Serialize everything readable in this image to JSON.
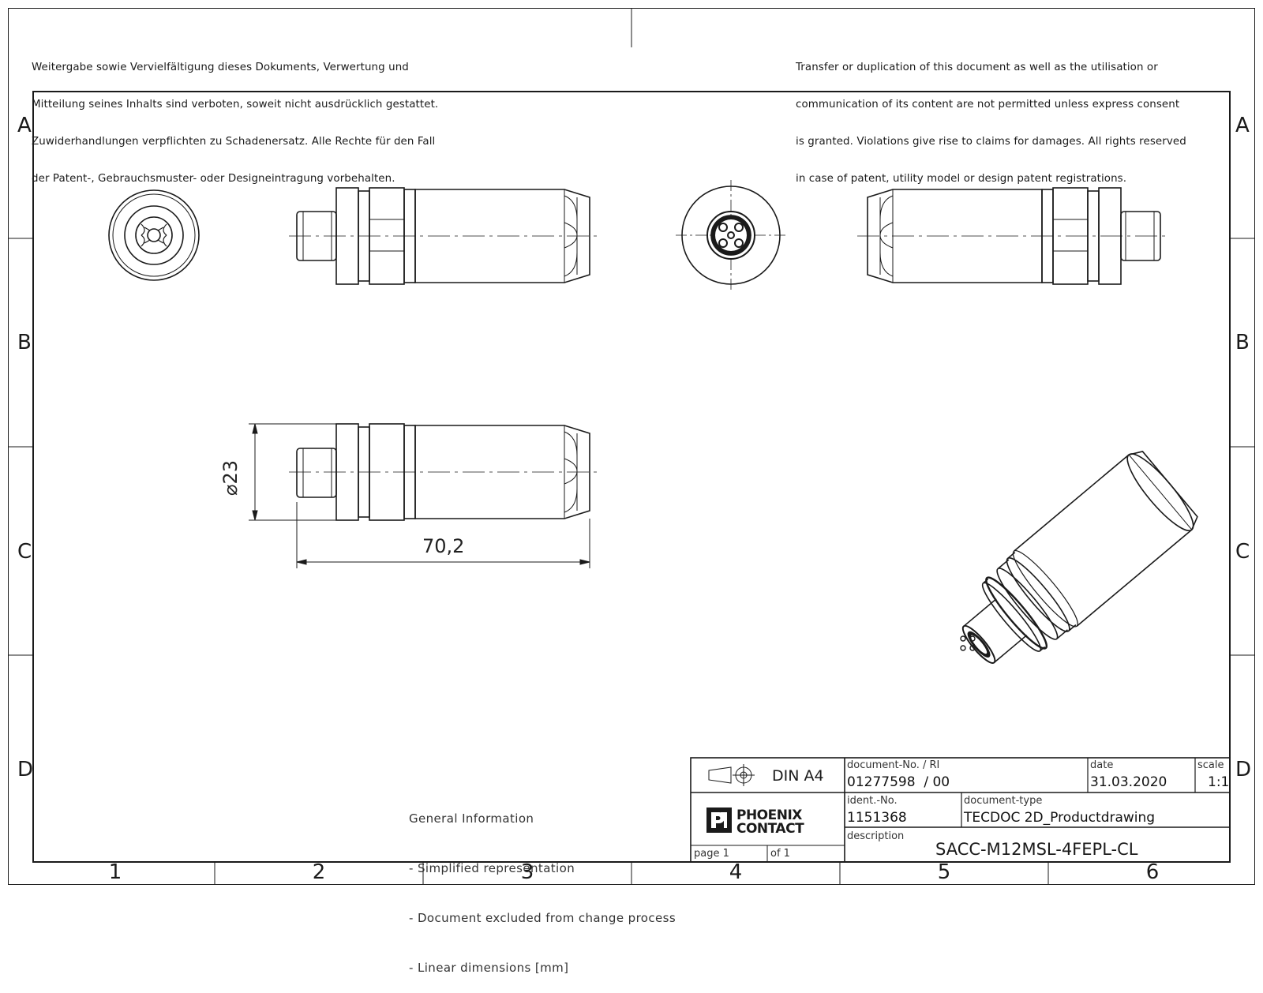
{
  "notices": {
    "de": [
      "Weitergabe sowie Vervielfältigung dieses Dokuments, Verwertung und",
      "Mitteilung seines Inhalts sind verboten, soweit nicht ausdrücklich gestattet.",
      "Zuwiderhandlungen verpflichten zu Schadenersatz. Alle Rechte für den Fall",
      "der Patent-, Gebrauchsmuster- oder Designeintragung vorbehalten."
    ],
    "en": [
      "Transfer or duplication of this document as well as the utilisation or",
      "communication of its content are not permitted unless express consent",
      "is granted. Violations give rise to claims for damages. All rights reserved",
      "in case of patent, utility model or design patent registrations."
    ]
  },
  "zones": {
    "rows": [
      "A",
      "B",
      "C",
      "D"
    ],
    "columns": [
      "1",
      "2",
      "3",
      "4",
      "5",
      "6"
    ]
  },
  "dimensions": {
    "diameter": "⌀23",
    "length": "70,2"
  },
  "general_info": {
    "title": "General Information",
    "items": [
      "- Simplified representation",
      "- Document excluded from change process",
      "- Linear dimensions [mm]"
    ]
  },
  "title_block": {
    "format": "DIN A4",
    "logo_line1": "PHOENIX",
    "logo_line2": "CONTACT",
    "page_label": "page 1",
    "of_label": "of 1",
    "document_no_label": "document-No. / RI",
    "document_no": "01277598  / 00",
    "date_label": "date",
    "date": "31.03.2020",
    "scale_label": "scale",
    "scale": "1:1",
    "ident_label": "ident.-No.",
    "ident_no": "1151368",
    "doc_type_label": "document-type",
    "doc_type": "TECDOC 2D_Productdrawing",
    "description_label": "description",
    "description": "SACC-M12MSL-4FEPL-CL"
  },
  "colors": {
    "line": "#1a1a1a",
    "paper": "#ffffff"
  }
}
